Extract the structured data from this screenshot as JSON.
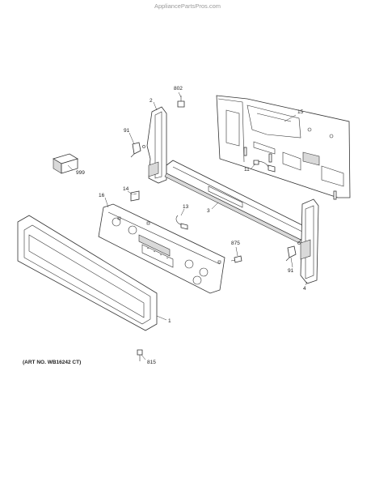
{
  "watermark": "AppliancePartsPros.com",
  "art_number": "(ART NO. WB16242 CT)",
  "callouts": {
    "c802": "802",
    "c2": "2",
    "c15": "15",
    "c91a": "91",
    "c999": "999",
    "c11": "11",
    "c14": "14",
    "c16": "16",
    "c13": "13",
    "c3": "3",
    "c875": "875",
    "c91b": "91",
    "c4": "4",
    "c1": "1",
    "c815": "815"
  }
}
